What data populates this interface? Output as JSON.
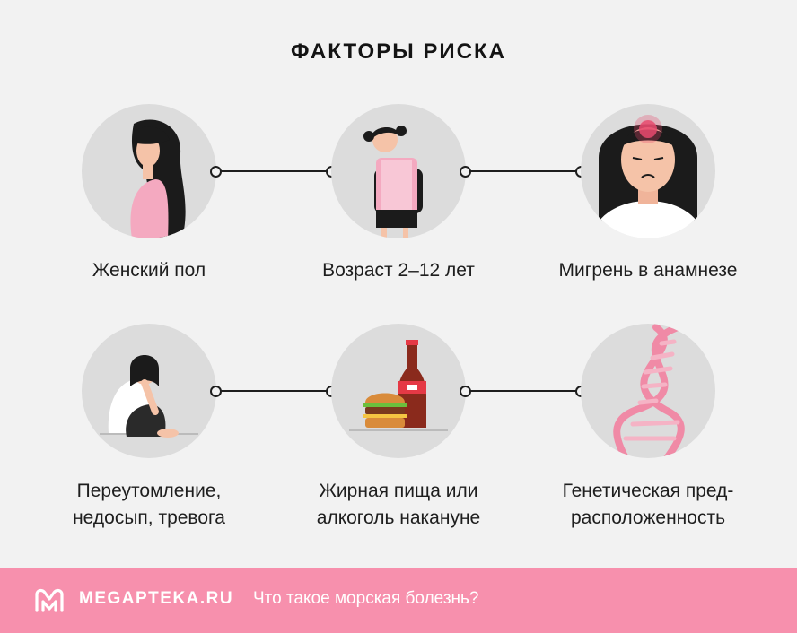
{
  "title": "ФАКТОРЫ РИСКА",
  "factors": [
    {
      "lines": [
        "Женский пол"
      ],
      "icon": "woman-profile-icon"
    },
    {
      "lines": [
        "Возраст 2–12 лет"
      ],
      "icon": "schoolgirl-icon"
    },
    {
      "lines": [
        "Мигрень в анамнезе"
      ],
      "icon": "migraine-woman-icon"
    },
    {
      "lines": [
        "Переутомление,",
        "недосып, тревога"
      ],
      "icon": "stressed-person-icon"
    },
    {
      "lines": [
        "Жирная пища или",
        "алкоголь накануне"
      ],
      "icon": "burger-soda-icon"
    },
    {
      "lines": [
        "Генетическая пред-",
        "расположенность"
      ],
      "icon": "dna-icon"
    }
  ],
  "footer": {
    "brand": "MEGAPTEKA.RU",
    "text": "Что такое морская болезнь?",
    "logo_icon": "megapteka-logo-icon"
  },
  "colors": {
    "accent": "#f790ad",
    "pink": "#f29bb4",
    "circle": "#dcdcdc"
  }
}
